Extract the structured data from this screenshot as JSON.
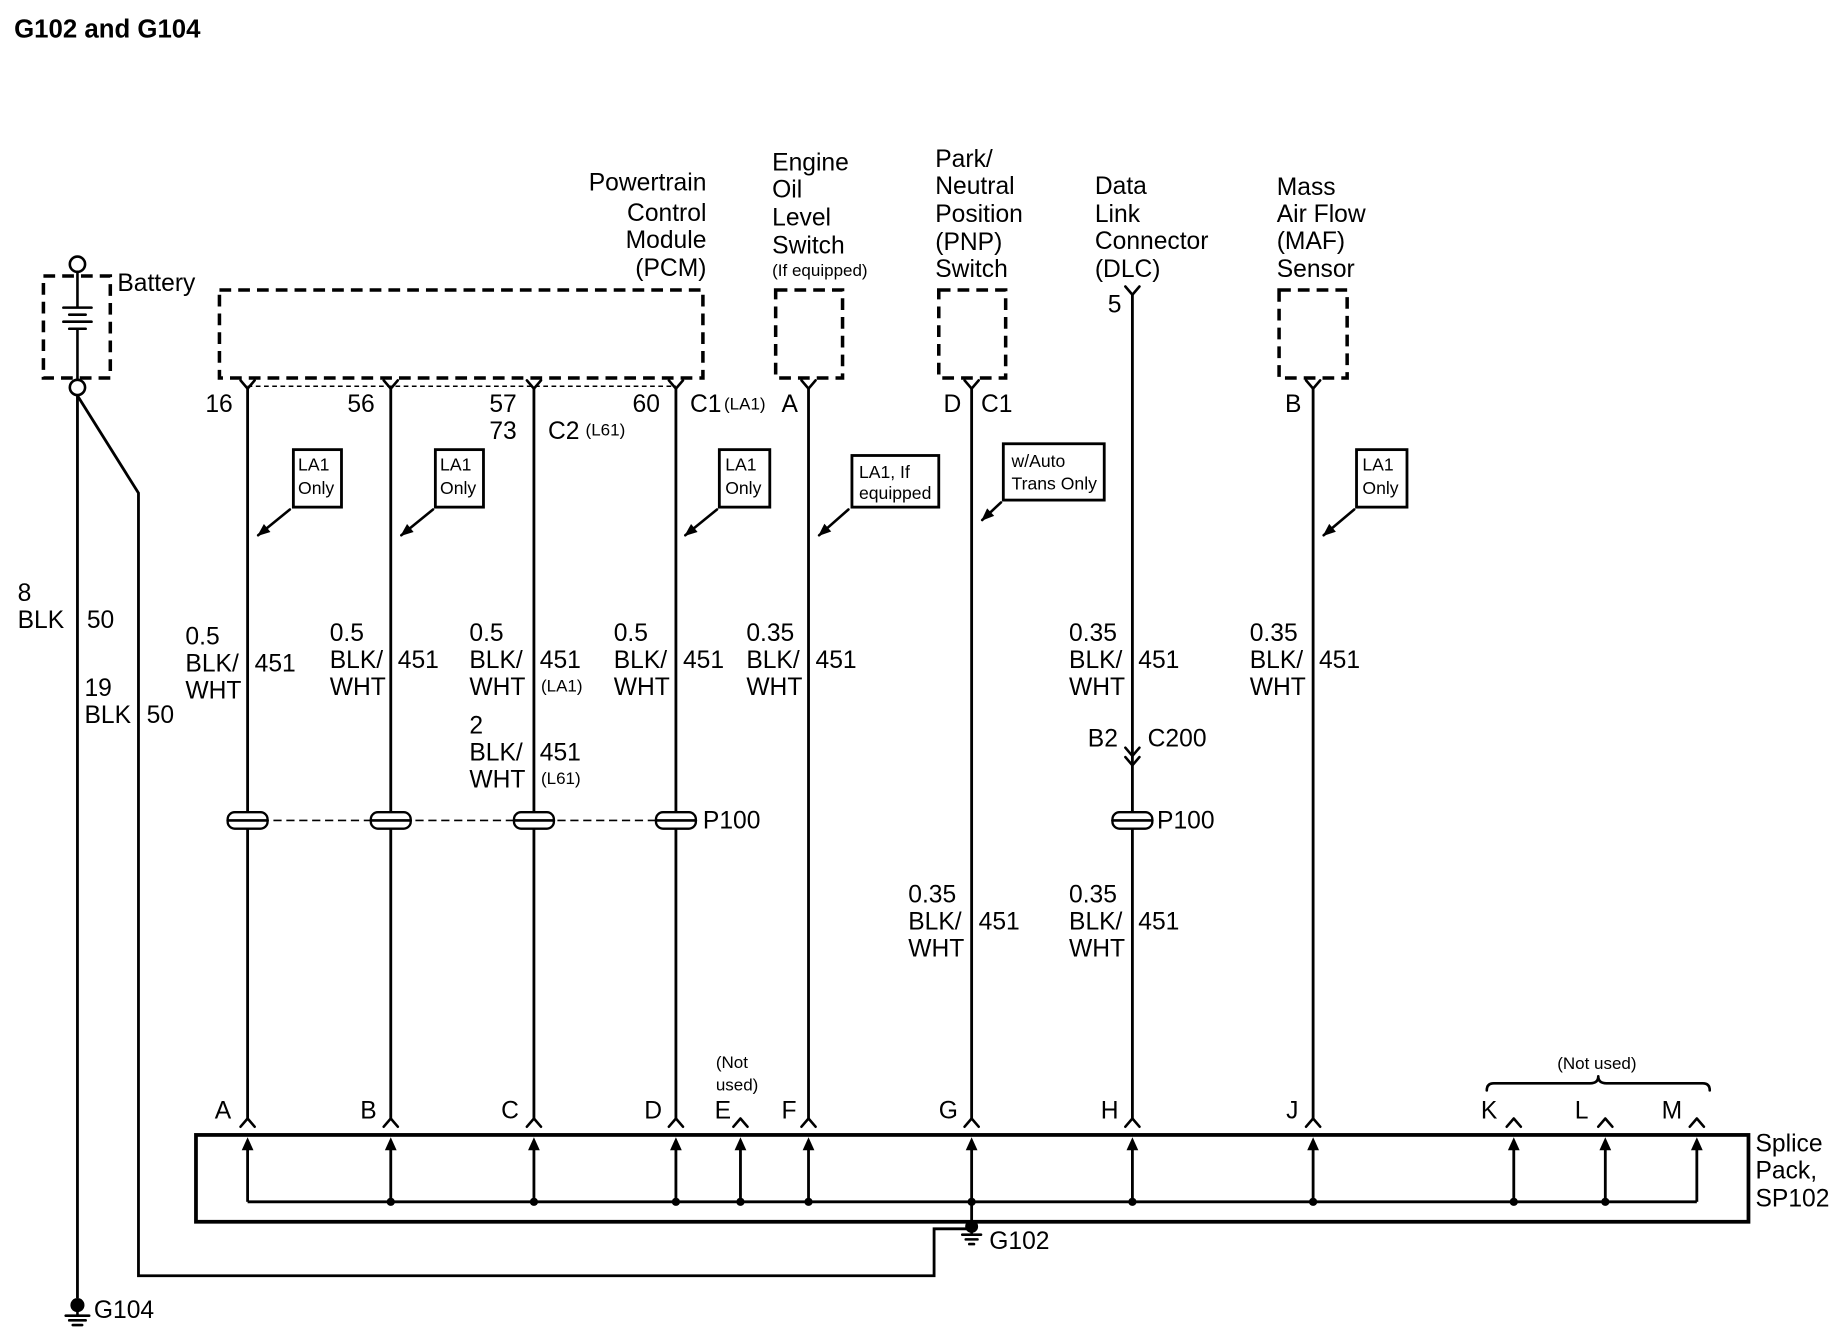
{
  "title": "G102 and G104",
  "colors": {
    "ink": "#000000",
    "paper": "#ffffff"
  },
  "battery": {
    "label": "Battery"
  },
  "components": {
    "pcm": {
      "lines": [
        "Powertrain",
        "Control",
        "Module",
        "(PCM)"
      ]
    },
    "oil_level_switch": {
      "lines": [
        "Engine",
        "Oil",
        "Level",
        "Switch"
      ],
      "note": "(If equipped)"
    },
    "pnp_switch": {
      "lines": [
        "Park/",
        "Neutral",
        "Position",
        "(PNP)",
        "Switch"
      ]
    },
    "dlc": {
      "lines": [
        "Data",
        "Link",
        "Connector",
        "(DLC)"
      ]
    },
    "maf_sensor": {
      "lines": [
        "Mass",
        "Air Flow",
        "(MAF)",
        "Sensor"
      ]
    }
  },
  "pin_labels": {
    "pcm_16": "16",
    "pcm_56": "56",
    "pcm_57": "57",
    "pcm_73": "73",
    "pcm_c2": "C2",
    "pcm_c2_note": "(L61)",
    "pcm_60": "60",
    "pcm_c1": "C1",
    "pcm_c1_note": "(LA1)",
    "oil_a": "A",
    "pnp_d": "D",
    "pnp_c1": "C1",
    "dlc_5": "5",
    "maf_b": "B"
  },
  "callouts": {
    "pcm_16": [
      "LA1",
      "Only"
    ],
    "pcm_56": [
      "LA1",
      "Only"
    ],
    "pcm_60": [
      "LA1",
      "Only"
    ],
    "oil": [
      "LA1, If",
      "equipped"
    ],
    "pnp": [
      "w/Auto",
      "Trans Only"
    ],
    "maf": [
      "LA1",
      "Only"
    ]
  },
  "battery_wires": {
    "to_g104": {
      "size": "8",
      "color": "BLK",
      "circuit": "50"
    },
    "to_g102": {
      "size": "19",
      "color": "BLK",
      "circuit": "50"
    }
  },
  "wires": {
    "pcm_16": {
      "size": "0.5",
      "color_a": "BLK/",
      "color_b": "WHT",
      "circuit": "451"
    },
    "pcm_56": {
      "size": "0.5",
      "color_a": "BLK/",
      "color_b": "WHT",
      "circuit": "451"
    },
    "pcm_57": {
      "size": "0.5",
      "color_a": "BLK/",
      "color_b": "WHT",
      "circuit": "451",
      "option": "(LA1)"
    },
    "pcm_73": {
      "size": "2",
      "color_a": "BLK/",
      "color_b": "WHT",
      "circuit": "451",
      "option": "(L61)"
    },
    "pcm_60": {
      "size": "0.5",
      "color_a": "BLK/",
      "color_b": "WHT",
      "circuit": "451"
    },
    "oil_level": {
      "size": "0.35",
      "color_a": "BLK/",
      "color_b": "WHT",
      "circuit": "451"
    },
    "pnp": {
      "size": "0.35",
      "color_a": "BLK/",
      "color_b": "WHT",
      "circuit": "451"
    },
    "dlc_upper": {
      "size": "0.35",
      "color_a": "BLK/",
      "color_b": "WHT",
      "circuit": "451"
    },
    "dlc_lower": {
      "size": "0.35",
      "color_a": "BLK/",
      "color_b": "WHT",
      "circuit": "451"
    },
    "maf": {
      "size": "0.35",
      "color_a": "BLK/",
      "color_b": "WHT",
      "circuit": "451"
    }
  },
  "inline_connectors": {
    "c200_pin": "B2",
    "c200": "C200",
    "p100_pcm": "P100",
    "p100_dlc": "P100"
  },
  "splice_pack": {
    "name_lines": [
      "Splice",
      "Pack,",
      "SP102"
    ],
    "pins": [
      "A",
      "B",
      "C",
      "D",
      "E",
      "F",
      "G",
      "H",
      "J",
      "K",
      "L",
      "M"
    ],
    "not_used_e": [
      "(Not",
      "used)"
    ],
    "not_used_klm": "(Not used)"
  },
  "grounds": {
    "g102": "G102",
    "g104": "G104"
  }
}
